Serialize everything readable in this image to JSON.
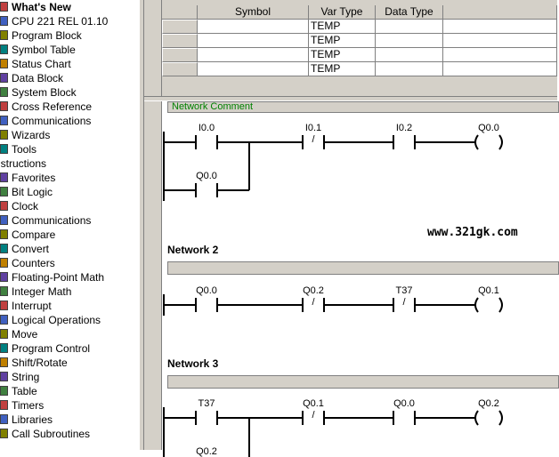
{
  "tree": {
    "items": [
      {
        "label": "What's New",
        "bold": true,
        "icon": "whats-new-icon"
      },
      {
        "label": "CPU 221 REL 01.10",
        "icon": "cpu-icon"
      },
      {
        "label": "Program Block",
        "icon": "program-block-icon"
      },
      {
        "label": "Symbol Table",
        "icon": "symbol-table-icon"
      },
      {
        "label": "Status Chart",
        "icon": "status-chart-icon"
      },
      {
        "label": "Data Block",
        "icon": "data-block-icon"
      },
      {
        "label": "System Block",
        "icon": "system-block-icon"
      },
      {
        "label": "Cross Reference",
        "icon": "cross-reference-icon"
      },
      {
        "label": "Communications",
        "icon": "communications-icon"
      },
      {
        "label": "Wizards",
        "icon": "wizards-icon"
      },
      {
        "label": "Tools",
        "icon": "tools-icon"
      },
      {
        "label": "nstructions",
        "section": true,
        "icon": ""
      },
      {
        "label": "Favorites",
        "icon": "favorites-icon"
      },
      {
        "label": "Bit Logic",
        "icon": "bit-logic-icon"
      },
      {
        "label": "Clock",
        "icon": "clock-icon"
      },
      {
        "label": "Communications",
        "icon": "communications-icon"
      },
      {
        "label": "Compare",
        "icon": "compare-icon"
      },
      {
        "label": "Convert",
        "icon": "convert-icon"
      },
      {
        "label": "Counters",
        "icon": "counters-icon"
      },
      {
        "label": "Floating-Point Math",
        "icon": "floating-point-math-icon"
      },
      {
        "label": "Integer Math",
        "icon": "integer-math-icon"
      },
      {
        "label": "Interrupt",
        "icon": "interrupt-icon"
      },
      {
        "label": "Logical Operations",
        "icon": "logical-operations-icon"
      },
      {
        "label": "Move",
        "icon": "move-icon"
      },
      {
        "label": "Program Control",
        "icon": "program-control-icon"
      },
      {
        "label": "Shift/Rotate",
        "icon": "shift-rotate-icon"
      },
      {
        "label": "String",
        "icon": "string-icon"
      },
      {
        "label": "Table",
        "icon": "table-icon"
      },
      {
        "label": "Timers",
        "icon": "timers-icon"
      },
      {
        "label": "Libraries",
        "icon": "libraries-icon"
      },
      {
        "label": "Call Subroutines",
        "icon": "call-subroutines-icon"
      }
    ]
  },
  "symtable": {
    "headers": [
      "Symbol",
      "Var Type",
      "Data Type"
    ],
    "rows": [
      {
        "symbol": "",
        "var_type": "TEMP",
        "data_type": ""
      },
      {
        "symbol": "",
        "var_type": "TEMP",
        "data_type": ""
      },
      {
        "symbol": "",
        "var_type": "TEMP",
        "data_type": ""
      },
      {
        "symbol": "",
        "var_type": "TEMP",
        "data_type": ""
      }
    ]
  },
  "editor": {
    "network1": {
      "comment": "Network Comment",
      "contacts": {
        "c1": "I0.0",
        "c2": "I0.1",
        "c3": "I0.2",
        "coil": "Q0.0",
        "parallel": "Q0.0"
      }
    },
    "network2": {
      "title": "Network 2",
      "contacts": {
        "c1": "Q0.0",
        "c2": "Q0.2",
        "c3": "T37",
        "coil": "Q0.1"
      }
    },
    "network3": {
      "title": "Network 3",
      "contacts": {
        "c1": "T37",
        "c2": "Q0.1",
        "c3": "Q0.0",
        "coil": "Q0.2",
        "parallel": "Q0.2"
      }
    },
    "negation_mark": "/",
    "watermark": "www.321gk.com"
  }
}
